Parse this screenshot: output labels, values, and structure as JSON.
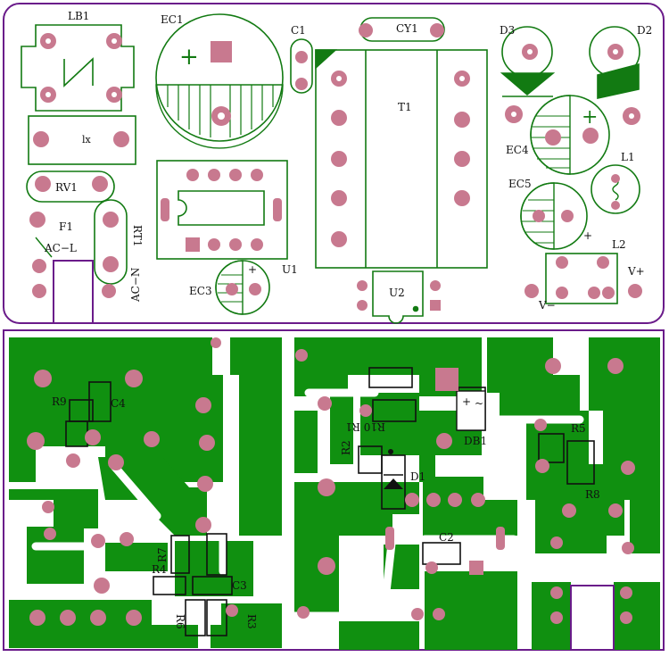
{
  "colors": {
    "board_outline": "#6a1b8a",
    "silk": "#127a12",
    "pad": "#c8798f",
    "copper": "#109010",
    "text": "#111111"
  },
  "top_labels": {
    "lb1": "LB1",
    "ec1": "EC1",
    "c1": "C1",
    "cy1": "CY1",
    "d3": "D3",
    "d2": "D2",
    "t1": "T1",
    "ec4": "EC4",
    "l1": "L1",
    "ec5": "EC5",
    "rv1": "RV1",
    "f1": "F1",
    "ac_l": "AC−L",
    "ac_n": "AC−N",
    "rt1": "RT1",
    "u1": "U1",
    "ec3": "EC3",
    "u2": "U2",
    "l2": "L2",
    "v_plus": "V+",
    "v_minus": "V−",
    "lx": "lx",
    "plus": "+"
  },
  "bottom_labels": {
    "r9": "R9",
    "c4": "C4",
    "r7": "R7",
    "r4": "R4",
    "c3": "C3",
    "r6": "R6",
    "r3": "R3",
    "r2": "R2",
    "r10r1": "R10 R1",
    "db1": "DB1",
    "d1": "D1",
    "c2": "C2",
    "r5": "R5",
    "r8": "R8",
    "db1_plus": "+",
    "db1_tilde": "~"
  }
}
